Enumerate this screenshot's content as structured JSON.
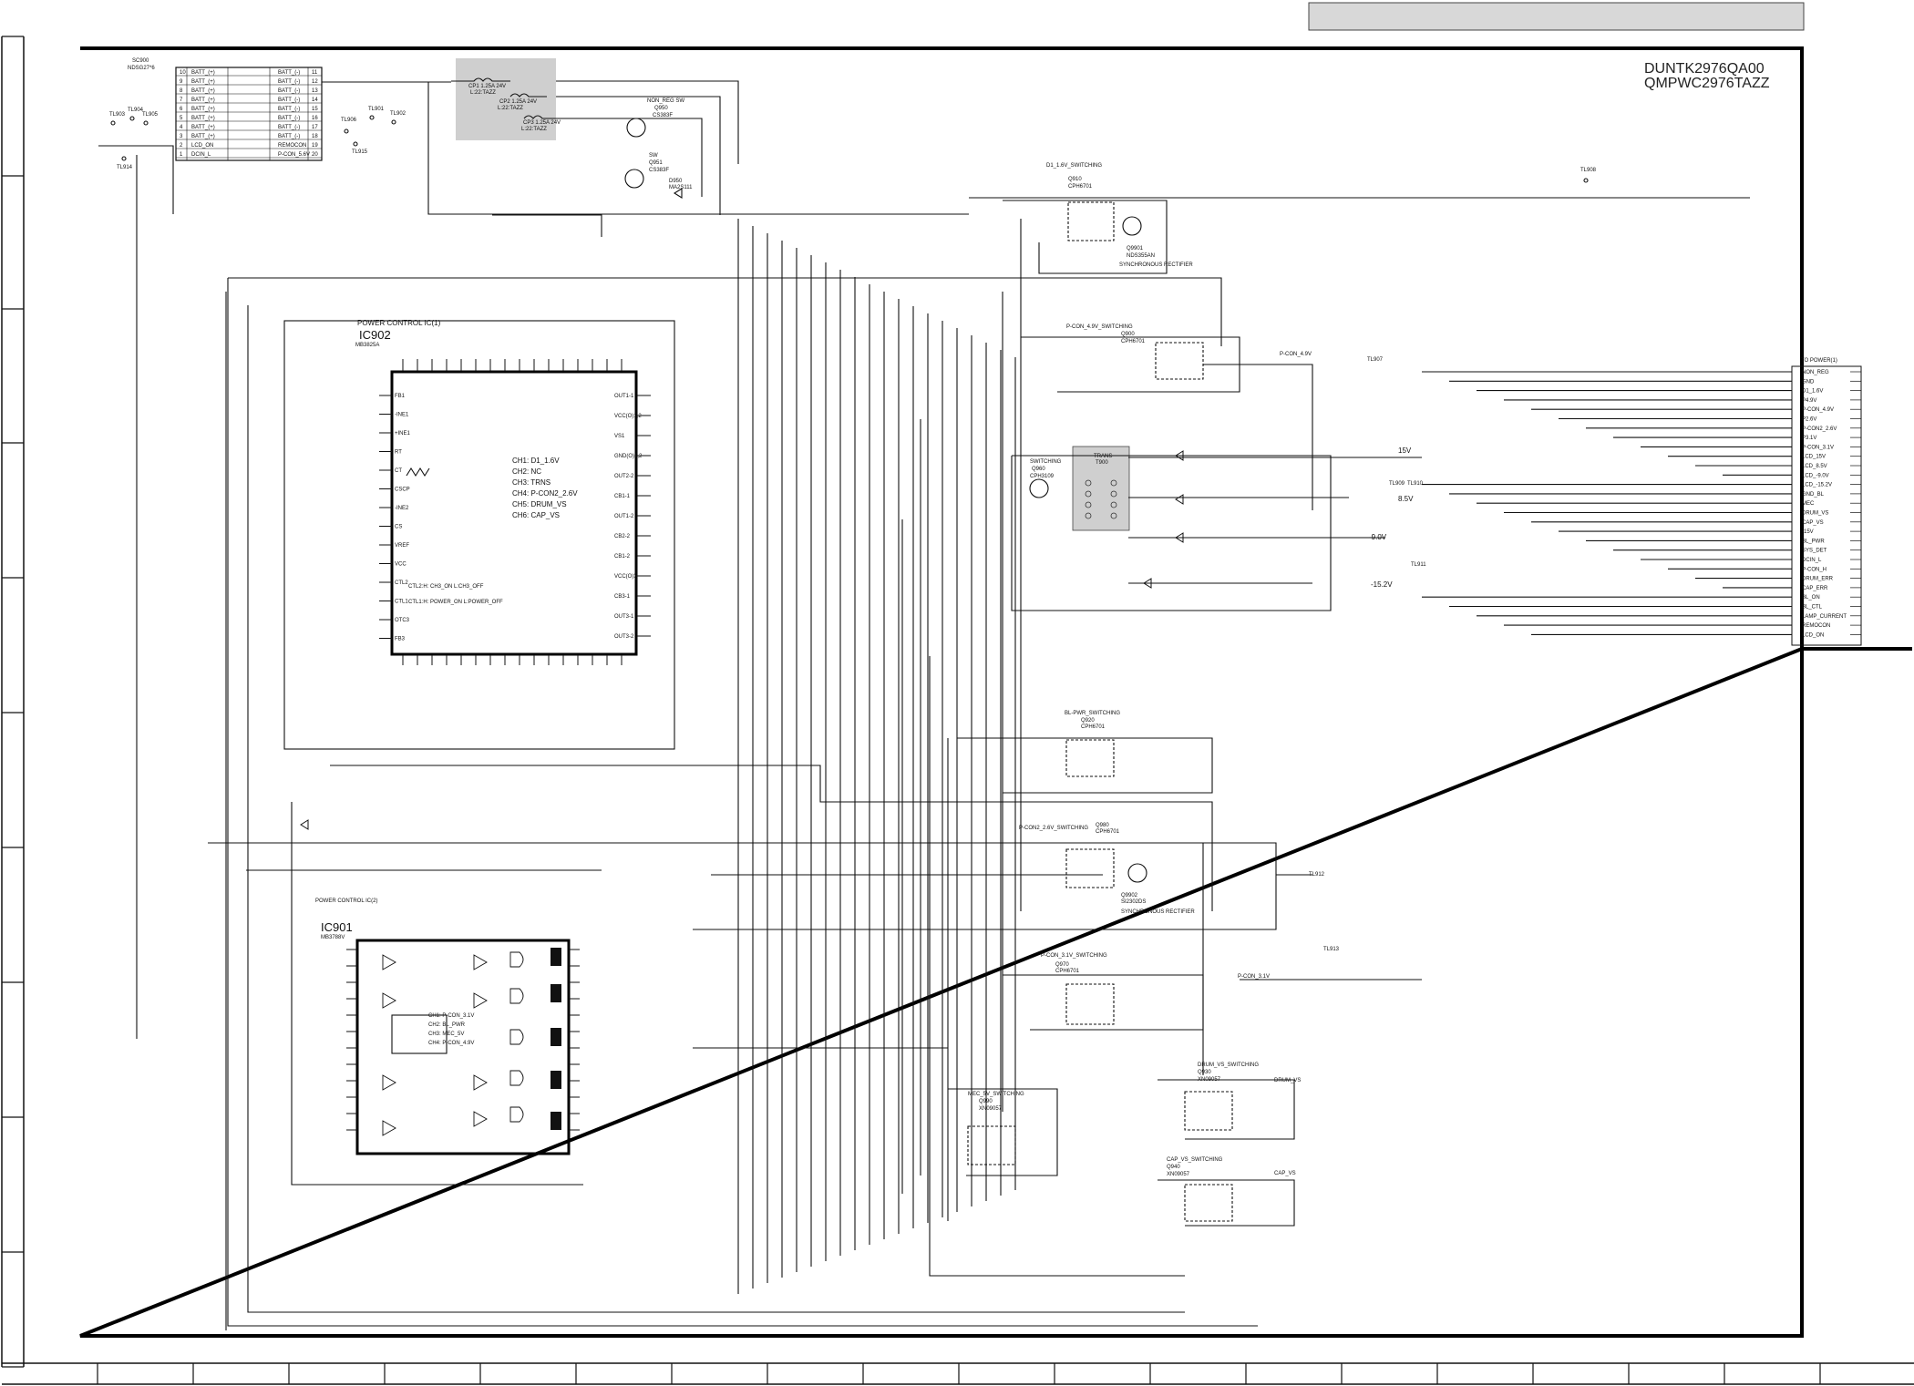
{
  "doc": {
    "part_numbers": [
      "DUNTK2976QA00",
      "QMPWC2976TAZZ"
    ],
    "top_bar": ""
  },
  "connector_sc900": {
    "ref": "SC900",
    "part": "NDSG27*6",
    "pins": [
      {
        "l": "10",
        "ln": "BATT_(+)",
        "r": "11",
        "rn": "BATT_(-)"
      },
      {
        "l": "9",
        "ln": "BATT_(+)",
        "r": "12",
        "rn": "BATT_(-)"
      },
      {
        "l": "8",
        "ln": "BATT_(+)",
        "r": "13",
        "rn": "BATT_(-)"
      },
      {
        "l": "7",
        "ln": "BATT_(+)",
        "r": "14",
        "rn": "BATT_(-)"
      },
      {
        "l": "6",
        "ln": "BATT_(+)",
        "r": "15",
        "rn": "BATT_(-)"
      },
      {
        "l": "5",
        "ln": "BATT_(+)",
        "r": "16",
        "rn": "BATT_(-)"
      },
      {
        "l": "4",
        "ln": "BATT_(+)",
        "r": "17",
        "rn": "BATT_(-)"
      },
      {
        "l": "3",
        "ln": "BATT_(+)",
        "r": "18",
        "rn": "BATT_(-)"
      },
      {
        "l": "2",
        "ln": "LCD_ON",
        "r": "19",
        "rn": "REMOCON"
      },
      {
        "l": "1",
        "ln": "DCIN_L",
        "r": "20",
        "rn": "P-CON_5.6V"
      }
    ]
  },
  "test_points": [
    "TL903",
    "TL904",
    "TL905",
    "TL914",
    "TL901",
    "TL902",
    "TL906",
    "TL915",
    "TL908",
    "TL907",
    "TL909",
    "TL910",
    "TL911",
    "TL912",
    "TL913"
  ],
  "fuse_block": {
    "lines": [
      "CP1 1.25A 24V",
      "L:22:TAZZ",
      "CP2 1.25A 24V",
      "L:22:TAZZ",
      "CP3 1.25A 24V",
      "L:22:TAZZ"
    ]
  },
  "q950": {
    "title": "NON_REG SW",
    "ref": "Q950",
    "part": "CS383F"
  },
  "q951": {
    "title": "SW",
    "ref": "Q951",
    "part": "CS383F"
  },
  "d950": {
    "ref": "D950",
    "part": "MA2S111"
  },
  "ic902": {
    "title": "POWER CONTROL IC(1)",
    "ref": "IC902",
    "part": "MB3825A",
    "channels": [
      "CH1: D1_1.6V",
      "CH2: NC",
      "CH3: TRNS",
      "CH4: P-CON2_2.6V",
      "CH5: DRUM_VS",
      "CH6: CAP_VS"
    ],
    "ctl_notes": [
      "CTL2:H: CH3_ON  L:CH3_OFF",
      "CTL1:H: POWER_ON  L:POWER_OFF"
    ],
    "left_pins": [
      "FB1",
      "-INE1",
      "+INE1",
      "RT",
      "CT",
      "CSCP",
      "-INE2",
      "CS",
      "VREF",
      "VCC",
      "CTL2",
      "CTL1",
      "OTC3",
      "FB3"
    ],
    "right_pins": [
      "OUT1-1",
      "VCC(O)1,2",
      "VS1",
      "GND(O)1,2",
      "OUT2-2",
      "CB1-1",
      "OUT1-2",
      "CB2-2",
      "CB1-2",
      "VCC(O)3",
      "CB3-1",
      "OUT3-1",
      "OUT3-2"
    ]
  },
  "sw_d1": {
    "title": "D1_1.6V_SWITCHING",
    "ref": "Q910",
    "part": "CPH6701",
    "sync_ref": "Q9901",
    "sync_part": "NDS355AN",
    "sync_label": "SYNCHRONOUS RECTIFIER"
  },
  "sw_pcon4": {
    "title": "P-CON_4.9V_SWITCHING",
    "ref": "Q900",
    "part": "CPH6701",
    "out": "P-CON_4.9V"
  },
  "sw_trns": {
    "title": "SWITCHING",
    "ref": "Q960",
    "part": "CPH3109",
    "trans": "TRANS",
    "trans_ref": "T900",
    "rails": [
      "15V",
      "8.5V",
      "-9.0V",
      "-15.2V"
    ]
  },
  "sw_bl": {
    "title": "BL-PWR_SWITCHING",
    "ref": "Q920",
    "part": "CPH6701"
  },
  "sw_pcon2": {
    "title": "P-CON2_2.6V_SWITCHING",
    "ref": "Q980",
    "part": "CPH6701",
    "sync_ref": "Q9902",
    "sync_part": "SI2302DS",
    "sync_label": "SYNCHRONOUS RECTIFIER"
  },
  "sw_pcon3": {
    "title": "P-CON_3.1V_SWITCHING",
    "ref": "Q970",
    "part": "CPH6701",
    "out": "P-CON_3.1V"
  },
  "sw_drum": {
    "title": "DRUM_VS_SWITCHING",
    "ref": "Q930",
    "part": "XN09057",
    "out": "DRUM_VS"
  },
  "sw_mec": {
    "title": "MEC_5V_SWITCHING",
    "ref": "Q990",
    "part": "XN09057"
  },
  "sw_cap": {
    "title": "CAP_VS_SWITCHING",
    "ref": "Q940",
    "part": "XN09057",
    "out": "CAP_VS"
  },
  "ic901": {
    "title": "POWER CONTROL IC(2)",
    "ref": "IC901",
    "part": "MB3788V",
    "channels": [
      "CH1: P-CON_3.1V",
      "CH2: BL_PWR",
      "CH3: MEC_5V",
      "CH4: P-CON_4.9V"
    ]
  },
  "to_power": {
    "title": "TO POWER(1)",
    "signals": [
      "NON_REG",
      "GND",
      "D1_1.6V",
      "P4.9V",
      "P-CON_4.9V",
      "P2.6V",
      "P-CON2_2.6V",
      "P3.1V",
      "P-CON_3.1V",
      "LCD_15V",
      "LCD_8.5V",
      "LCD_-9.0V",
      "LCD_-15.2V",
      "GND_BL",
      "MEC",
      "DRUM_VS",
      "CAP_VS",
      "-15V",
      "BL_PWR",
      "SYS_DET",
      "DCIN_L",
      "P-CON_H",
      "DRUM_ERR",
      "CAP_ERR",
      "BL_ON",
      "BL_CTL",
      "LAMP_CURRENT",
      "REMOCON",
      "LCD_ON"
    ]
  }
}
